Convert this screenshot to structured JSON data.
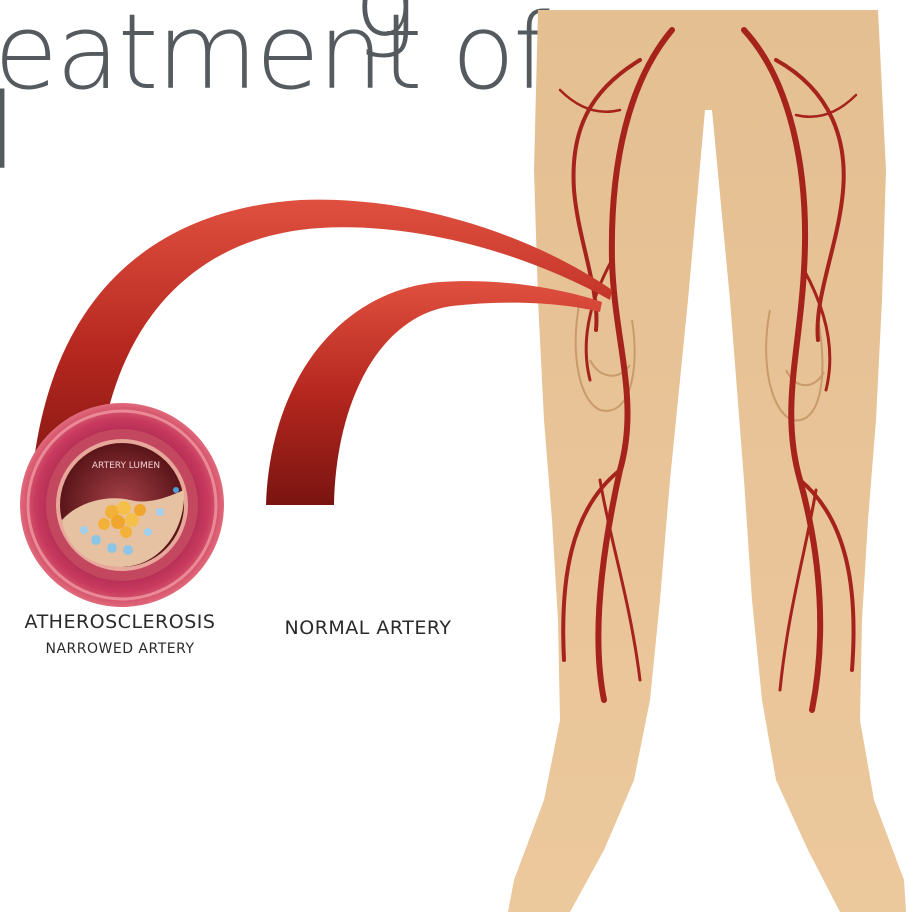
{
  "headline": {
    "line1": "g",
    "line2": "eatment of",
    "line3": "l"
  },
  "labels": {
    "atherosclerosis": "ATHEROSCLEROSIS",
    "narrowed_artery": "NARROWED ARTERY",
    "normal_artery": "NORMAL ARTERY",
    "artery_lumen": "ARTERY LUMEN"
  },
  "colors": {
    "skin": "#e8c296",
    "artery_red": "#b5271f",
    "artery_dark": "#7a1410",
    "wall_pink": "#d9506a",
    "plaque_yellow": "#f2b23a",
    "headline_gray": "#555a5e"
  }
}
